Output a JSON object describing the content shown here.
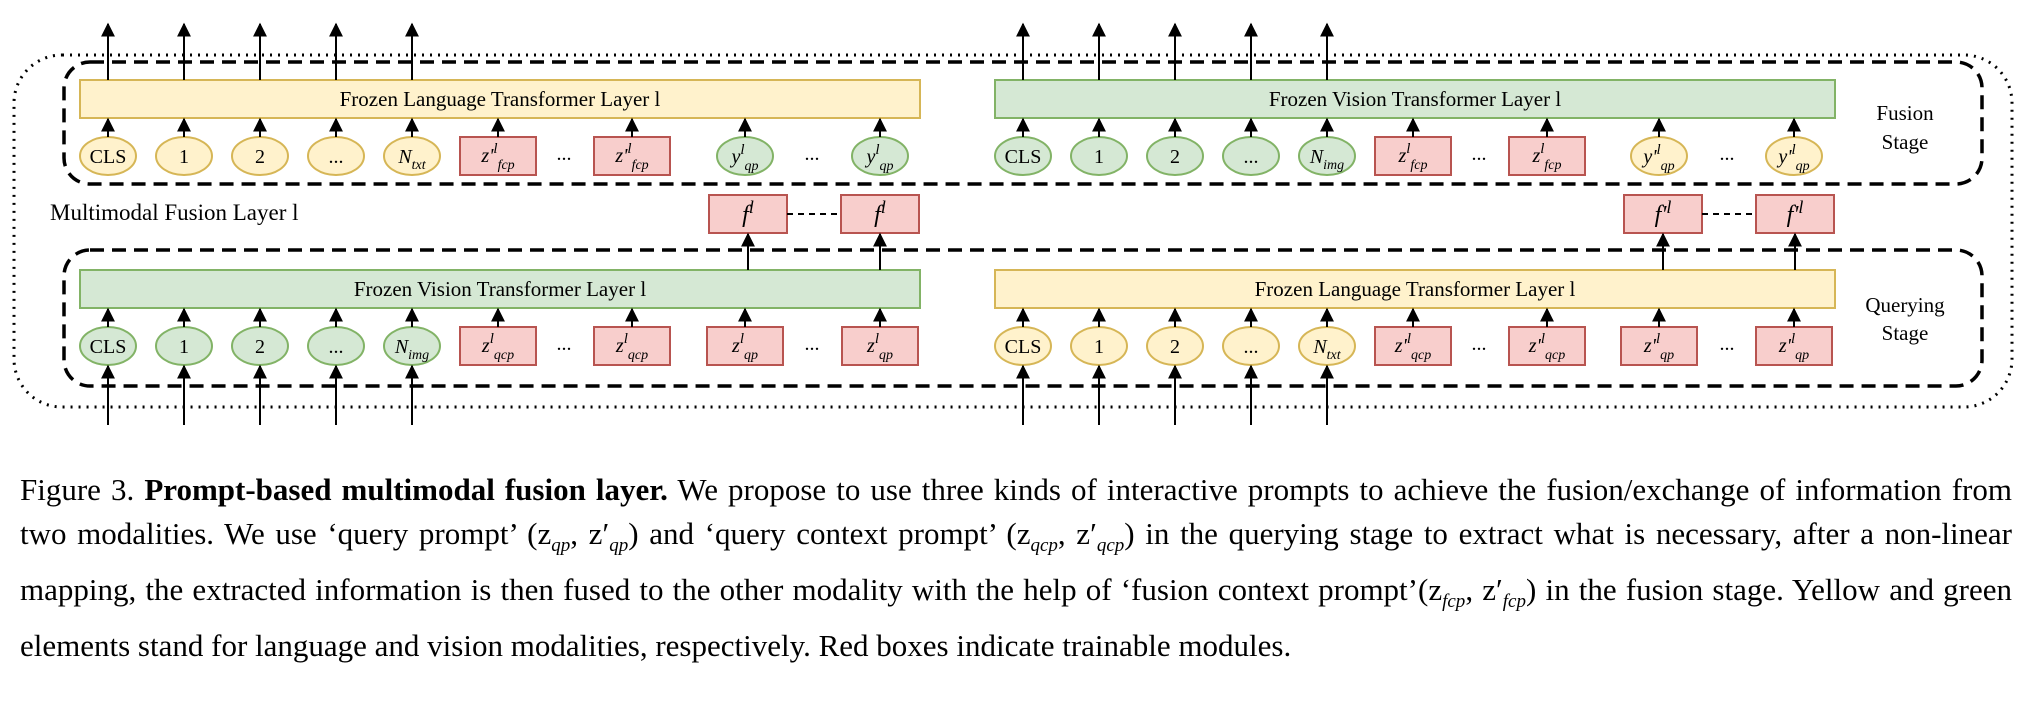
{
  "diagram": {
    "top_left_layer": "Frozen Language Transformer Layer l",
    "top_right_layer": "Frozen Vision Transformer Layer l",
    "bottom_left_layer": "Frozen Vision Transformer Layer l",
    "bottom_right_layer": "Frozen Language Transformer Layer l",
    "fusion_stage": [
      "Fusion",
      "Stage"
    ],
    "querying_stage": [
      "Querying",
      "Stage"
    ],
    "multimodal_fusion_layer": "Multimodal Fusion Layer l",
    "token_cls": "CLS",
    "token_1": "1",
    "token_2": "2",
    "ellipsis": "...",
    "n_txt": "N_txt",
    "n_img": "N_img",
    "z_fcp": "z'^l_fcp",
    "z_fcp_vision": "z^l_fcp",
    "y_qp": "y^l_qp",
    "y_qp_prime": "y'^l_qp",
    "z_qcp": "z^l_qcp",
    "z_qp": "z^l_qp",
    "z_qcp_prime": "z'^l_qcp",
    "z_qp_prime": "z'^l_qp",
    "f_l": "f^l",
    "f_prime_l": "f'^l"
  },
  "caption": {
    "figure_label": "Figure 3.",
    "bold_title": "Prompt-based multimodal fusion layer.",
    "text_1": " We propose to use three kinds of interactive prompts to achieve the fusion/exchange of information from two modalities. We use ‘query prompt’ (",
    "text_2": ") and ‘query context prompt’ (",
    "text_3": ") in the querying stage to extract what is necessary, after a non-linear mapping, the extracted information is then fused to the other modality with the help of ‘fusion context prompt’(",
    "text_4": ") in the fusion stage. Yellow and green elements stand for language and vision modalities, respectively. Red boxes indicate trainable modules."
  },
  "colors": {
    "language_fill": "#fff2cc",
    "language_stroke": "#d6b656",
    "vision_fill": "#d5e8d4",
    "vision_stroke": "#82b366",
    "trainable_fill": "#f8cecc",
    "trainable_stroke": "#b85450"
  }
}
